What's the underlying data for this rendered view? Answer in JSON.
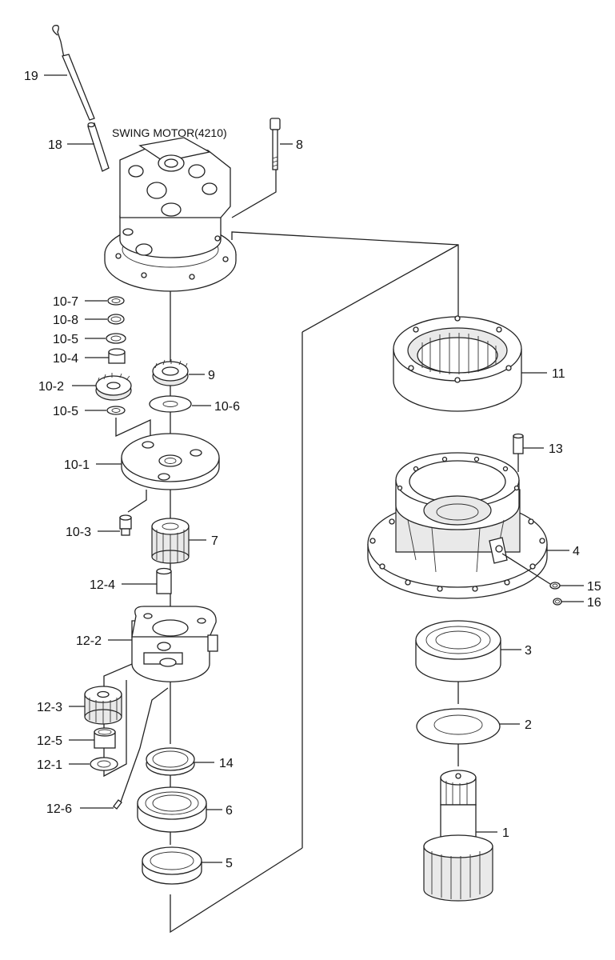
{
  "title": "SWING MOTOR(4210)",
  "callouts": {
    "c19": "19",
    "c18": "18",
    "c8": "8",
    "c10_7": "10-7",
    "c10_8": "10-8",
    "c10_5a": "10-5",
    "c10_4": "10-4",
    "c10_2": "10-2",
    "c9": "9",
    "c10_5b": "10-5",
    "c10_6": "10-6",
    "c10_1": "10-1",
    "c10_3": "10-3",
    "c7": "7",
    "c12_4": "12-4",
    "c12_2": "12-2",
    "c12_3": "12-3",
    "c12_5": "12-5",
    "c12_1": "12-1",
    "c12_6": "12-6",
    "c14": "14",
    "c6": "6",
    "c5": "5",
    "c11": "11",
    "c13": "13",
    "c4": "4",
    "c15": "15",
    "c16": "16",
    "c3": "3",
    "c2": "2",
    "c1": "1"
  }
}
